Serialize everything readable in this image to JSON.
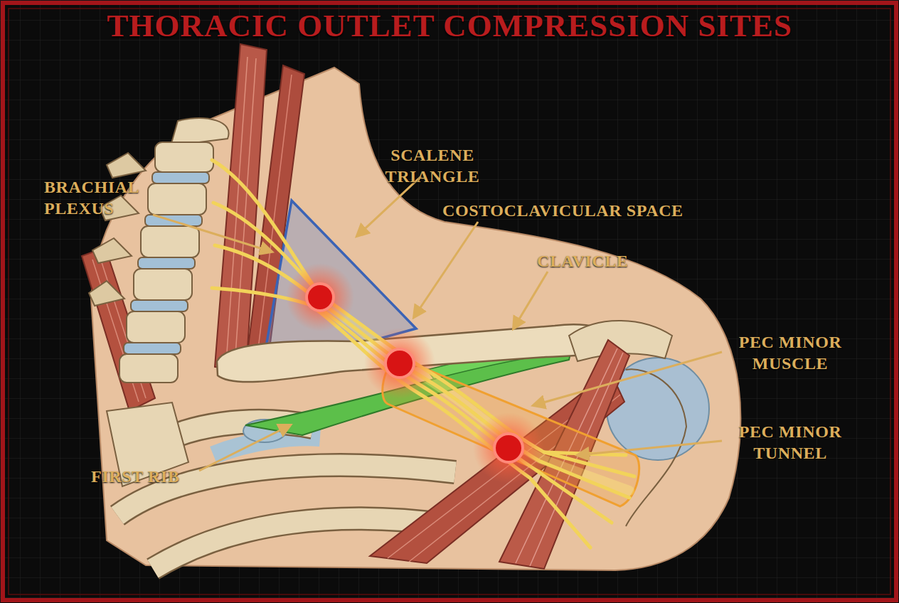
{
  "diagram": {
    "title": "THORACIC OUTLET COMPRESSION SITES",
    "labels": [
      "BRACHIAL PLEXUS",
      "SCALENE TRIANGLE",
      "COSTOCLAVICULAR SPACE",
      "CLAVICLE",
      "PEC MINOR MUSCLE",
      "PEC MINOR TUNNEL",
      "FIRST RIB"
    ]
  }
}
